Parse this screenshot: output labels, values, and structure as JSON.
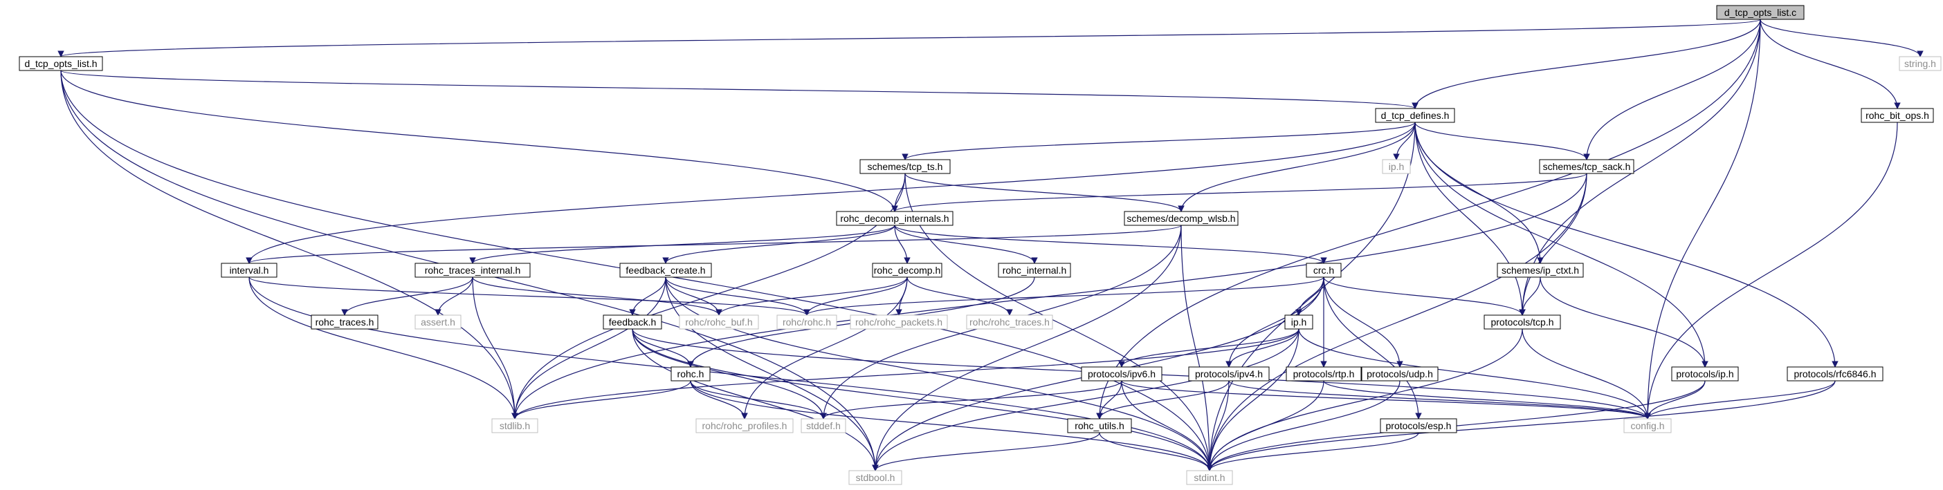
{
  "nodes": [
    {
      "id": "d_tcp_opts_list_c",
      "label": "d_tcp_opts_list.c",
      "style": "root"
    },
    {
      "id": "d_tcp_opts_list_h",
      "label": "d_tcp_opts_list.h",
      "style": "box"
    },
    {
      "id": "string_h",
      "label": "string.h",
      "style": "gray"
    },
    {
      "id": "d_tcp_defines_h",
      "label": "d_tcp_defines.h",
      "style": "box"
    },
    {
      "id": "rohc_bit_ops_h",
      "label": "rohc_bit_ops.h",
      "style": "box"
    },
    {
      "id": "ip_h",
      "label": "ip.h",
      "style": "gray"
    },
    {
      "id": "schemes_tcp_ts_h",
      "label": "schemes/tcp_ts.h",
      "style": "box"
    },
    {
      "id": "schemes_tcp_sack_h",
      "label": "schemes/tcp_sack.h",
      "style": "box"
    },
    {
      "id": "rohc_decomp_internals_h",
      "label": "rohc_decomp_internals.h",
      "style": "box"
    },
    {
      "id": "schemes_decomp_wlsb_h",
      "label": "schemes/decomp_wlsb.h",
      "style": "box"
    },
    {
      "id": "interval_h",
      "label": "interval.h",
      "style": "box"
    },
    {
      "id": "rohc_traces_internal_h",
      "label": "rohc_traces_internal.h",
      "style": "box"
    },
    {
      "id": "feedback_create_h",
      "label": "feedback_create.h",
      "style": "box"
    },
    {
      "id": "rohc_decomp_h",
      "label": "rohc_decomp.h",
      "style": "box"
    },
    {
      "id": "rohc_internal_h",
      "label": "rohc_internal.h",
      "style": "box"
    },
    {
      "id": "crc_h",
      "label": "crc.h",
      "style": "box"
    },
    {
      "id": "schemes_ip_ctxt_h",
      "label": "schemes/ip_ctxt.h",
      "style": "box"
    },
    {
      "id": "rohc_traces_h",
      "label": "rohc_traces.h",
      "style": "box"
    },
    {
      "id": "assert_h",
      "label": "assert.h",
      "style": "gray"
    },
    {
      "id": "rohc_rohc_buf_h",
      "label": "rohc/rohc_buf.h",
      "style": "gray"
    },
    {
      "id": "rohc_rohc_h",
      "label": "rohc/rohc.h",
      "style": "gray"
    },
    {
      "id": "rohc_rohc_packets_h",
      "label": "rohc/rohc_packets.h",
      "style": "gray"
    },
    {
      "id": "rohc_rohc_traces_h",
      "label": "rohc/rohc_traces.h",
      "style": "gray"
    },
    {
      "id": "feedback_h",
      "label": "feedback.h",
      "style": "box"
    },
    {
      "id": "ip_h2",
      "label": "ip.h",
      "style": "box"
    },
    {
      "id": "protocols_tcp_h",
      "label": "protocols/tcp.h",
      "style": "box"
    },
    {
      "id": "protocols_ip_h",
      "label": "protocols/ip.h",
      "style": "box"
    },
    {
      "id": "protocols_rfc6846_h",
      "label": "protocols/rfc6846.h",
      "style": "box"
    },
    {
      "id": "rohc_h",
      "label": "rohc.h",
      "style": "box"
    },
    {
      "id": "protocols_ipv6_h",
      "label": "protocols/ipv6.h",
      "style": "box"
    },
    {
      "id": "protocols_ipv4_h",
      "label": "protocols/ipv4.h",
      "style": "box"
    },
    {
      "id": "protocols_rtp_h",
      "label": "protocols/rtp.h",
      "style": "box"
    },
    {
      "id": "protocols_udp_h",
      "label": "protocols/udp.h",
      "style": "box"
    },
    {
      "id": "stdlib_h",
      "label": "stdlib.h",
      "style": "gray"
    },
    {
      "id": "rohc_rohc_profiles_h",
      "label": "rohc/rohc_profiles.h",
      "style": "gray"
    },
    {
      "id": "stddef_h",
      "label": "stddef.h",
      "style": "gray"
    },
    {
      "id": "rohc_utils_h",
      "label": "rohc_utils.h",
      "style": "box"
    },
    {
      "id": "protocols_esp_h",
      "label": "protocols/esp.h",
      "style": "box"
    },
    {
      "id": "config_h",
      "label": "config.h",
      "style": "gray"
    },
    {
      "id": "stdbool_h",
      "label": "stdbool.h",
      "style": "gray"
    },
    {
      "id": "stdint_h",
      "label": "stdint.h",
      "style": "gray"
    }
  ],
  "edges": [
    [
      "d_tcp_opts_list_c",
      "d_tcp_opts_list_h"
    ],
    [
      "d_tcp_opts_list_c",
      "string_h"
    ],
    [
      "d_tcp_opts_list_c",
      "d_tcp_defines_h"
    ],
    [
      "d_tcp_opts_list_c",
      "rohc_bit_ops_h"
    ],
    [
      "d_tcp_opts_list_c",
      "schemes_tcp_sack_h"
    ],
    [
      "d_tcp_opts_list_c",
      "protocols_tcp_h"
    ],
    [
      "d_tcp_opts_list_c",
      "config_h"
    ],
    [
      "d_tcp_opts_list_c",
      "rohc_utils_h"
    ],
    [
      "d_tcp_opts_list_h",
      "d_tcp_defines_h"
    ],
    [
      "d_tcp_opts_list_h",
      "rohc_decomp_internals_h"
    ],
    [
      "d_tcp_opts_list_h",
      "stdlib_h"
    ],
    [
      "d_tcp_opts_list_h",
      "stdint_h"
    ],
    [
      "d_tcp_opts_list_h",
      "stdbool_h"
    ],
    [
      "d_tcp_defines_h",
      "ip_h"
    ],
    [
      "d_tcp_defines_h",
      "schemes_tcp_ts_h"
    ],
    [
      "d_tcp_defines_h",
      "schemes_tcp_sack_h"
    ],
    [
      "d_tcp_defines_h",
      "schemes_decomp_wlsb_h"
    ],
    [
      "d_tcp_defines_h",
      "schemes_ip_ctxt_h"
    ],
    [
      "d_tcp_defines_h",
      "interval_h"
    ],
    [
      "d_tcp_defines_h",
      "protocols_tcp_h"
    ],
    [
      "d_tcp_defines_h",
      "protocols_ip_h"
    ],
    [
      "d_tcp_defines_h",
      "protocols_rfc6846_h"
    ],
    [
      "d_tcp_defines_h",
      "stdint_h"
    ],
    [
      "rohc_bit_ops_h",
      "config_h"
    ],
    [
      "schemes_tcp_ts_h",
      "rohc_decomp_internals_h"
    ],
    [
      "schemes_tcp_ts_h",
      "schemes_decomp_wlsb_h"
    ],
    [
      "schemes_tcp_ts_h",
      "stdlib_h"
    ],
    [
      "schemes_tcp_ts_h",
      "stdint_h"
    ],
    [
      "schemes_tcp_sack_h",
      "rohc_decomp_internals_h"
    ],
    [
      "schemes_tcp_sack_h",
      "protocols_tcp_h"
    ],
    [
      "schemes_tcp_sack_h",
      "stdlib_h"
    ],
    [
      "schemes_tcp_sack_h",
      "stdint_h"
    ],
    [
      "rohc_decomp_internals_h",
      "rohc_decomp_h"
    ],
    [
      "rohc_decomp_internals_h",
      "rohc_internal_h"
    ],
    [
      "rohc_decomp_internals_h",
      "rohc_traces_internal_h"
    ],
    [
      "rohc_decomp_internals_h",
      "feedback_create_h"
    ],
    [
      "rohc_decomp_internals_h",
      "crc_h"
    ],
    [
      "schemes_decomp_wlsb_h",
      "interval_h"
    ],
    [
      "schemes_decomp_wlsb_h",
      "stdint_h"
    ],
    [
      "schemes_decomp_wlsb_h",
      "stdbool_h"
    ],
    [
      "schemes_decomp_wlsb_h",
      "stddef_h"
    ],
    [
      "interval_h",
      "stdint_h"
    ],
    [
      "interval_h",
      "stdlib_h"
    ],
    [
      "interval_h",
      "rohc_rohc_h"
    ],
    [
      "rohc_traces_internal_h",
      "rohc_traces_h"
    ],
    [
      "rohc_traces_internal_h",
      "assert_h"
    ],
    [
      "rohc_traces_internal_h",
      "stdlib_h"
    ],
    [
      "rohc_traces_internal_h",
      "rohc_rohc_buf_h"
    ],
    [
      "feedback_create_h",
      "feedback_h"
    ],
    [
      "feedback_create_h",
      "rohc_rohc_buf_h"
    ],
    [
      "feedback_create_h",
      "rohc_rohc_h"
    ],
    [
      "feedback_create_h",
      "stdbool_h"
    ],
    [
      "feedback_create_h",
      "stdlib_h"
    ],
    [
      "feedback_create_h",
      "stdint_h"
    ],
    [
      "rohc_decomp_h",
      "rohc_rohc_h"
    ],
    [
      "rohc_decomp_h",
      "rohc_rohc_packets_h"
    ],
    [
      "rohc_decomp_h",
      "rohc_rohc_traces_h"
    ],
    [
      "rohc_decomp_h",
      "rohc_rohc_buf_h"
    ],
    [
      "rohc_decomp_h",
      "rohc_rohc_profiles_h"
    ],
    [
      "rohc_internal_h",
      "rohc_h"
    ],
    [
      "crc_h",
      "ip_h2"
    ],
    [
      "crc_h",
      "protocols_tcp_h"
    ],
    [
      "crc_h",
      "protocols_rtp_h"
    ],
    [
      "crc_h",
      "protocols_udp_h"
    ],
    [
      "crc_h",
      "protocols_ipv4_h"
    ],
    [
      "crc_h",
      "protocols_esp_h"
    ],
    [
      "crc_h",
      "rohc_rohc_h"
    ],
    [
      "crc_h",
      "stdbool_h"
    ],
    [
      "schemes_ip_ctxt_h",
      "protocols_tcp_h"
    ],
    [
      "schemes_ip_ctxt_h",
      "protocols_ip_h"
    ],
    [
      "feedback_h",
      "rohc_h"
    ],
    [
      "feedback_h",
      "stdint_h"
    ],
    [
      "feedback_h",
      "stdbool_h"
    ],
    [
      "feedback_h",
      "stddef_h"
    ],
    [
      "feedback_h",
      "config_h"
    ],
    [
      "ip_h2",
      "protocols_ipv4_h"
    ],
    [
      "ip_h2",
      "protocols_ipv6_h"
    ],
    [
      "ip_h2",
      "stdlib_h"
    ],
    [
      "ip_h2",
      "stdint_h"
    ],
    [
      "ip_h2",
      "stdbool_h"
    ],
    [
      "ip_h2",
      "config_h"
    ],
    [
      "protocols_tcp_h",
      "stdint_h"
    ],
    [
      "protocols_tcp_h",
      "config_h"
    ],
    [
      "protocols_ip_h",
      "stdint_h"
    ],
    [
      "protocols_ip_h",
      "config_h"
    ],
    [
      "protocols_rfc6846_h",
      "stdint_h"
    ],
    [
      "protocols_rfc6846_h",
      "config_h"
    ],
    [
      "rohc_h",
      "stdlib_h"
    ],
    [
      "rohc_h",
      "rohc_rohc_profiles_h"
    ],
    [
      "rohc_h",
      "stddef_h"
    ],
    [
      "rohc_h",
      "stdint_h"
    ],
    [
      "protocols_ipv6_h",
      "rohc_utils_h"
    ],
    [
      "protocols_ipv6_h",
      "stdint_h"
    ],
    [
      "protocols_ipv6_h",
      "stddef_h"
    ],
    [
      "protocols_ipv6_h",
      "config_h"
    ],
    [
      "protocols_ipv4_h",
      "rohc_utils_h"
    ],
    [
      "protocols_ipv4_h",
      "stdint_h"
    ],
    [
      "protocols_ipv4_h",
      "config_h"
    ],
    [
      "protocols_rtp_h",
      "stdint_h"
    ],
    [
      "protocols_rtp_h",
      "config_h"
    ],
    [
      "protocols_udp_h",
      "stdint_h"
    ],
    [
      "protocols_esp_h",
      "stdint_h"
    ],
    [
      "rohc_utils_h",
      "stdint_h"
    ],
    [
      "rohc_utils_h",
      "stdbool_h"
    ]
  ]
}
